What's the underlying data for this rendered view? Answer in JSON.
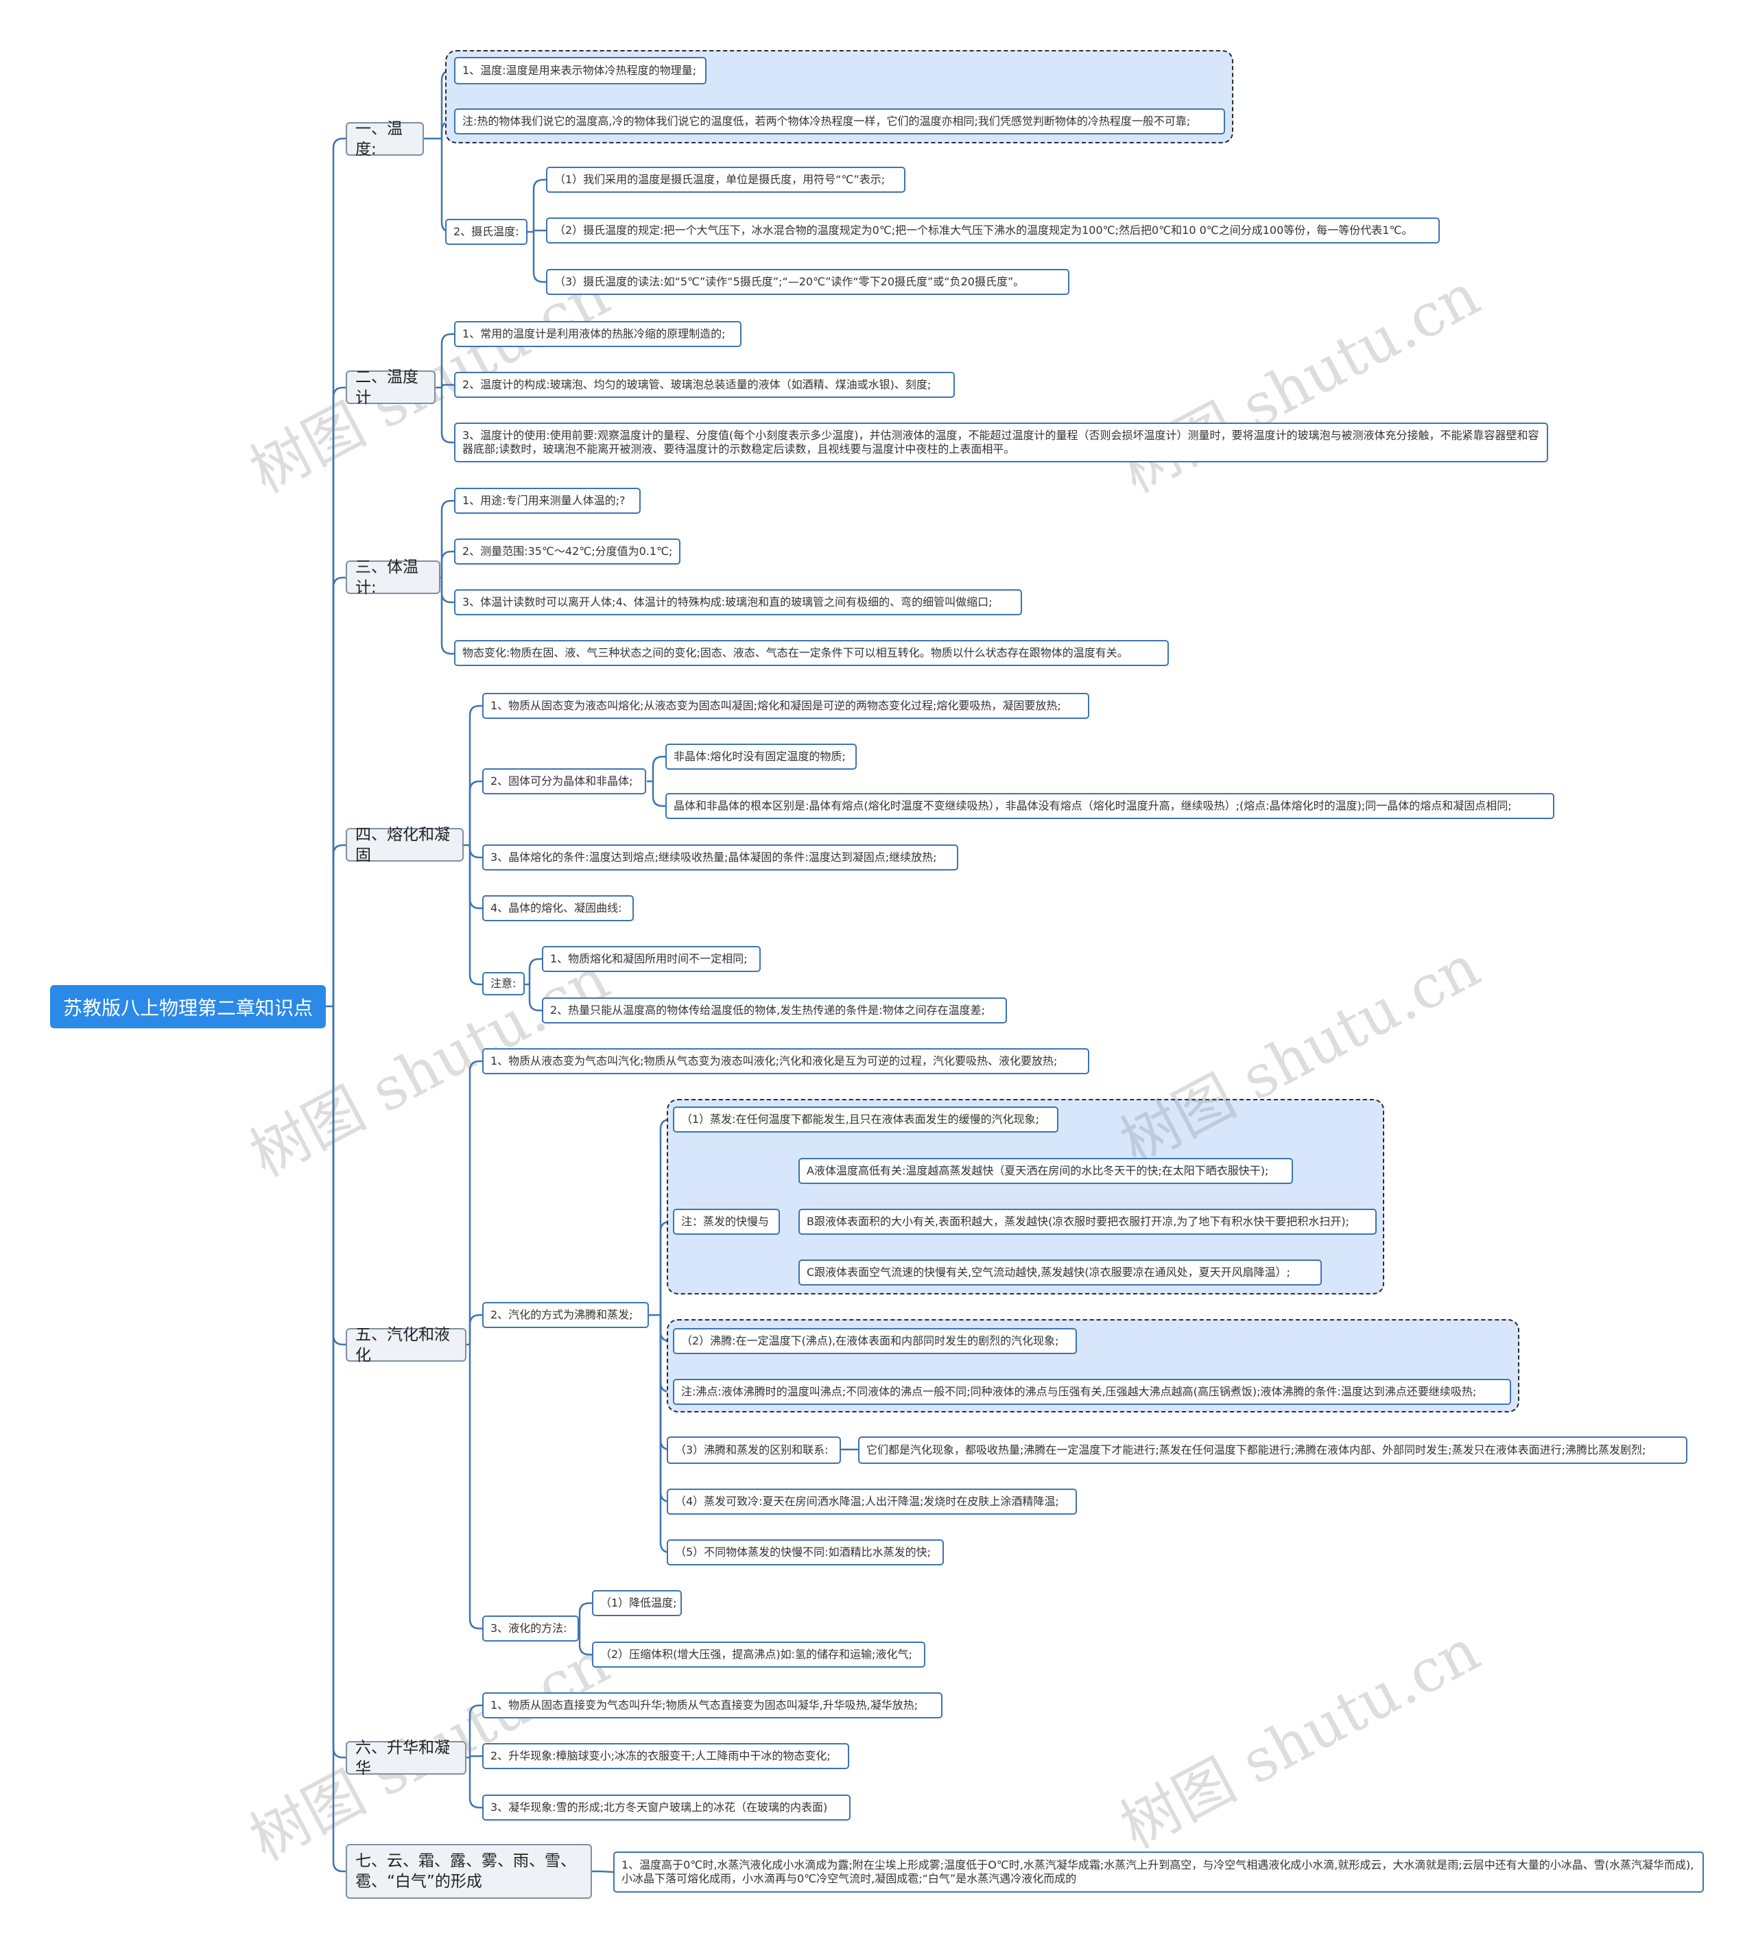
{
  "root": {
    "label": "苏教版八上物理第二章知识点"
  },
  "watermark": "树图 shutu.cn",
  "colors": {
    "root": "#2b89e8",
    "line": "#3d74b3",
    "group_fill": "#d8e6fc"
  },
  "branches": [
    {
      "label": "一、温度:",
      "children": [
        {
          "label": "1、温度:温度是用来表示物体冷热程度的物理量;"
        },
        {
          "label": "注:热的物体我们说它的温度高,冷的物体我们说它的温度低，若两个物体冷热程度一样，它们的温度亦相同;我们凭感觉判断物体的冷热程度一般不可靠;"
        },
        {
          "label": "2、摄氏温度:",
          "children": [
            {
              "label": "（1）我们采用的温度是摄氏温度，单位是摄氏度，用符号“℃”表示;"
            },
            {
              "label": "（2）摄氏温度的规定:把一个大气压下，冰水混合物的温度规定为0℃;把一个标准大气压下沸水的温度规定为100℃;然后把0℃和10 0℃之间分成100等份，每一等份代表1℃。"
            },
            {
              "label": "（3）摄氏温度的读法:如“5℃”读作“5摄氏度”;“—20℃”读作“零下20摄氏度”或“负20摄氏度”。"
            }
          ]
        }
      ]
    },
    {
      "label": "二、温度计",
      "children": [
        {
          "label": "1、常用的温度计是利用液体的热胀冷缩的原理制造的;"
        },
        {
          "label": "2、温度计的构成:玻璃泡、均匀的玻璃管、玻璃泡总装适量的液体（如酒精、煤油或水银)、刻度;"
        },
        {
          "label": "3、温度计的使用:使用前要:观察温度计的量程、分度值(每个小刻度表示多少温度)，并估测液体的温度，不能超过温度计的量程（否则会损坏温度计）测量时，要将温度计的玻璃泡与被测液体充分接触，不能紧靠容器壁和容器底部;读数时，玻璃泡不能离开被测液、要待温度计的示数稳定后读数，且视线要与温度计中夜柱的上表面相平。"
        }
      ]
    },
    {
      "label": "三、体温计:",
      "children": [
        {
          "label": "1、用途:专门用来测量人体温的;?"
        },
        {
          "label": "2、测量范围:35℃～42℃;分度值为0.1℃;"
        },
        {
          "label": "3、体温计读数时可以离开人体;4、体温计的特殊构成:玻璃泡和直的玻璃管之间有极细的、弯的细管叫做缩口;"
        },
        {
          "label": "物态变化:物质在固、液、气三种状态之间的变化;固态、液态、气态在一定条件下可以相互转化。物质以什么状态存在跟物体的温度有关。"
        }
      ]
    },
    {
      "label": "四、熔化和凝固",
      "children": [
        {
          "label": "1、物质从固态变为液态叫熔化;从液态变为固态叫凝固;熔化和凝固是可逆的两物态变化过程;熔化要吸热，凝固要放热;"
        },
        {
          "label": "2、固体可分为晶体和非晶体;",
          "children": [
            {
              "label": "非晶体:熔化时没有固定温度的物质;"
            },
            {
              "label": "晶体和非晶体的根本区别是:晶体有熔点(熔化时温度不变继续吸热），非晶体没有熔点（熔化时温度升高，继续吸热）;(熔点:晶体熔化时的温度);同一晶体的熔点和凝固点相同;"
            }
          ]
        },
        {
          "label": "3、晶体熔化的条件:温度达到熔点;继续吸收热量;晶体凝固的条件:温度达到凝固点;继续放热;"
        },
        {
          "label": "4、晶体的熔化、凝固曲线:"
        },
        {
          "label": "注意:",
          "children": [
            {
              "label": "1、物质熔化和凝固所用时间不一定相同;"
            },
            {
              "label": "2、热量只能从温度高的物体传给温度低的物体,发生热传递的条件是:物体之间存在温度差;"
            }
          ]
        }
      ]
    },
    {
      "label": "五、汽化和液化",
      "children": [
        {
          "label": "1、物质从液态变为气态叫汽化;物质从气态变为液态叫液化;汽化和液化是互为可逆的过程，汽化要吸热、液化要放热;"
        },
        {
          "label": "2、汽化的方式为沸腾和蒸发;",
          "children": [
            {
              "label": "（1）蒸发:在任何温度下都能发生,且只在液体表面发生的缓慢的汽化现象;"
            },
            {
              "label": "注：蒸发的快慢与",
              "children": [
                {
                  "label": "A液体温度高低有关:温度越高蒸发越快（夏天洒在房间的水比冬天干的快;在太阳下晒衣服快干);"
                },
                {
                  "label": "B跟液体表面积的大小有关,表面积越大，蒸发越快(凉衣服时要把衣服打开凉,为了地下有积水快干要把积水扫开);"
                },
                {
                  "label": "C跟液体表面空气流速的快慢有关,空气流动越快,蒸发越快(凉衣服要凉在通风处，夏天开风扇降温）;"
                }
              ]
            },
            {
              "label": "（2）沸腾:在一定温度下(沸点),在液体表面和内部同时发生的剧烈的汽化现象;"
            },
            {
              "label": "注:沸点:液体沸腾时的温度叫沸点;不同液体的沸点一般不同;同种液体的沸点与压强有关,压强越大沸点越高(高压锅煮饭);液体沸腾的条件:温度达到沸点还要继续吸热;"
            },
            {
              "label": "（3）沸腾和蒸发的区别和联系:",
              "children": [
                {
                  "label": "它们都是汽化现象，都吸收热量;沸腾在一定温度下才能进行;蒸发在任何温度下都能进行;沸腾在液体内部、外部同时发生;蒸发只在液体表面进行;沸腾比蒸发剧烈;"
                }
              ]
            },
            {
              "label": "（4）蒸发可致冷:夏天在房间洒水降温;人出汗降温;发烧时在皮肤上涂酒精降温;"
            },
            {
              "label": "（5）不同物体蒸发的快慢不同:如酒精比水蒸发的快;"
            }
          ]
        },
        {
          "label": "3、液化的方法:",
          "children": [
            {
              "label": "（1）降低温度;"
            },
            {
              "label": "（2）压缩体积(增大压强，提高沸点)如:氢的储存和运输;液化气;"
            }
          ]
        }
      ]
    },
    {
      "label": "六、升华和凝华",
      "children": [
        {
          "label": "1、物质从固态直接变为气态叫升华;物质从气态直接变为固态叫凝华,升华吸热,凝华放热;"
        },
        {
          "label": "2、升华现象:樟脑球变小;冰冻的衣服变干;人工降雨中干冰的物态变化;"
        },
        {
          "label": "3、凝华现象:雪的形成;北方冬天窗户玻璃上的冰花（在玻璃的内表面)"
        }
      ]
    },
    {
      "label": "七、云、霜、露、雾、雨、雪、雹、“白气”的形成",
      "children": [
        {
          "label": "1、温度高于0℃时,水蒸汽液化成小水滴成为露;附在尘埃上形成雾;温度低于O℃时,水蒸汽凝华成霜;水蒸汽上升到高空，与冷空气相遇液化成小水滴,就形成云，大水滴就是雨;云层中还有大量的小冰晶、雪(水蒸汽凝华而成),小冰晶下落可熔化成雨，小水滴再与0℃冷空气流时,凝固成雹;“白气”是水蒸汽遇冷液化而成的"
        }
      ]
    }
  ]
}
